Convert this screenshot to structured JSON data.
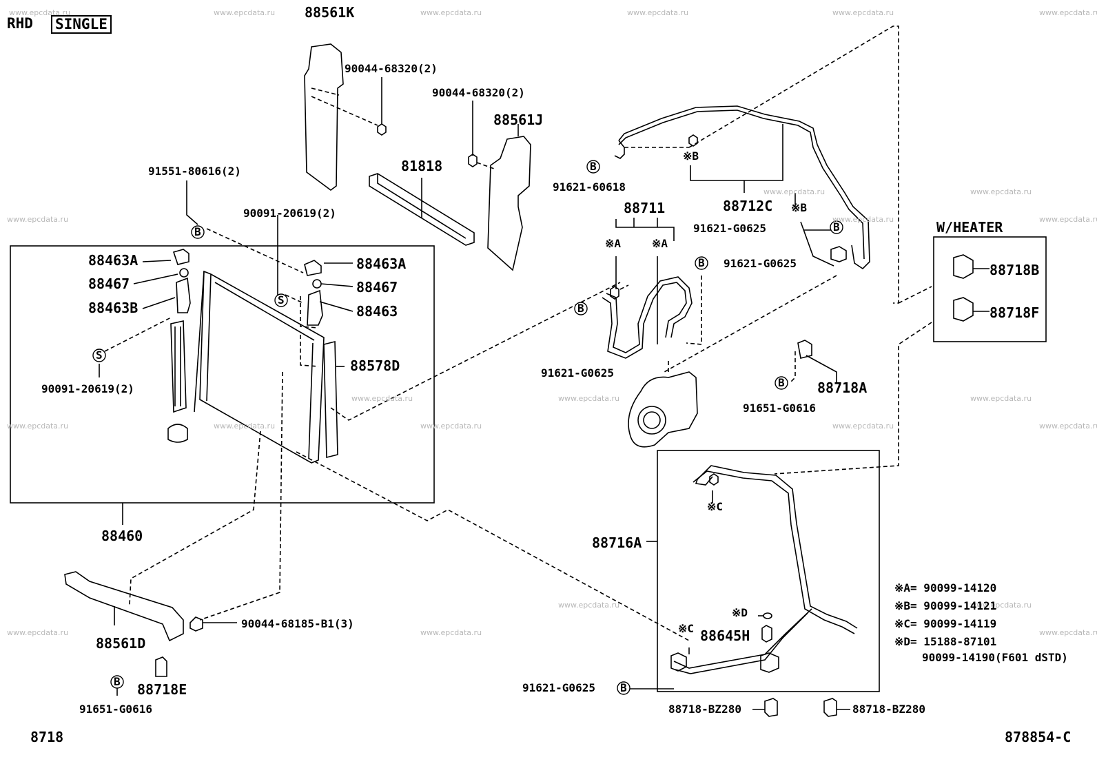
{
  "header": {
    "drive": "RHD",
    "type": "SINGLE"
  },
  "footer": {
    "left_code": "8718",
    "right_code": "878854-C"
  },
  "watermark": "www.epcdata.ru",
  "callouts": {
    "B": "B",
    "S": "S"
  },
  "heater_box_title": "W/HEATER",
  "parts": {
    "p88561K": "88561K",
    "p9004468320_top": "90044-68320(2)",
    "p9004468320_mid": "90044-68320(2)",
    "p88561J": "88561J",
    "p81818": "81818",
    "p9155180616": "91551-80616(2)",
    "p9009120619_top": "90091-20619(2)",
    "p88463A_left": "88463A",
    "p88467_left": "88467",
    "p88463B": "88463B",
    "p88463A_right": "88463A",
    "p88467_right": "88467",
    "p88463": "88463",
    "p88578D": "88578D",
    "p9009120619_left": "90091-20619(2)",
    "p88460": "88460",
    "p88561D": "88561D",
    "p9004468185": "90044-68185-B1(3)",
    "p88718E": "88718E",
    "p91651G0616_left": "91651-G0616",
    "p9162160618": "91621-60618",
    "p88712C": "88712C",
    "p88711": "88711",
    "p91621G0625_a": "91621-G0625",
    "p91621G0625_b": "91621-G0625",
    "p91621G0625_c": "91621-G0625",
    "p88718B": "88718B",
    "p88718F": "88718F",
    "p88718A": "88718A",
    "p91651G0616_right": "91651-G0616",
    "p88716A": "88716A",
    "p88645H": "88645H",
    "p91621G0625_d": "91621-G0625",
    "p88718BZ280_a": "88718-BZ280",
    "p88718BZ280_b": "88718-BZ280"
  },
  "marks": {
    "xB_1": "※B",
    "xB_2": "※B",
    "xA_1": "※A",
    "xA_2": "※A",
    "xC_1": "※C",
    "xC_2": "※C",
    "xD": "※D"
  },
  "notes": [
    "※A= 90099-14120",
    "※B= 90099-14121",
    "※C= 90099-14119",
    "※D= 15188-87101",
    "90099-14190(F601 dSTD)"
  ]
}
